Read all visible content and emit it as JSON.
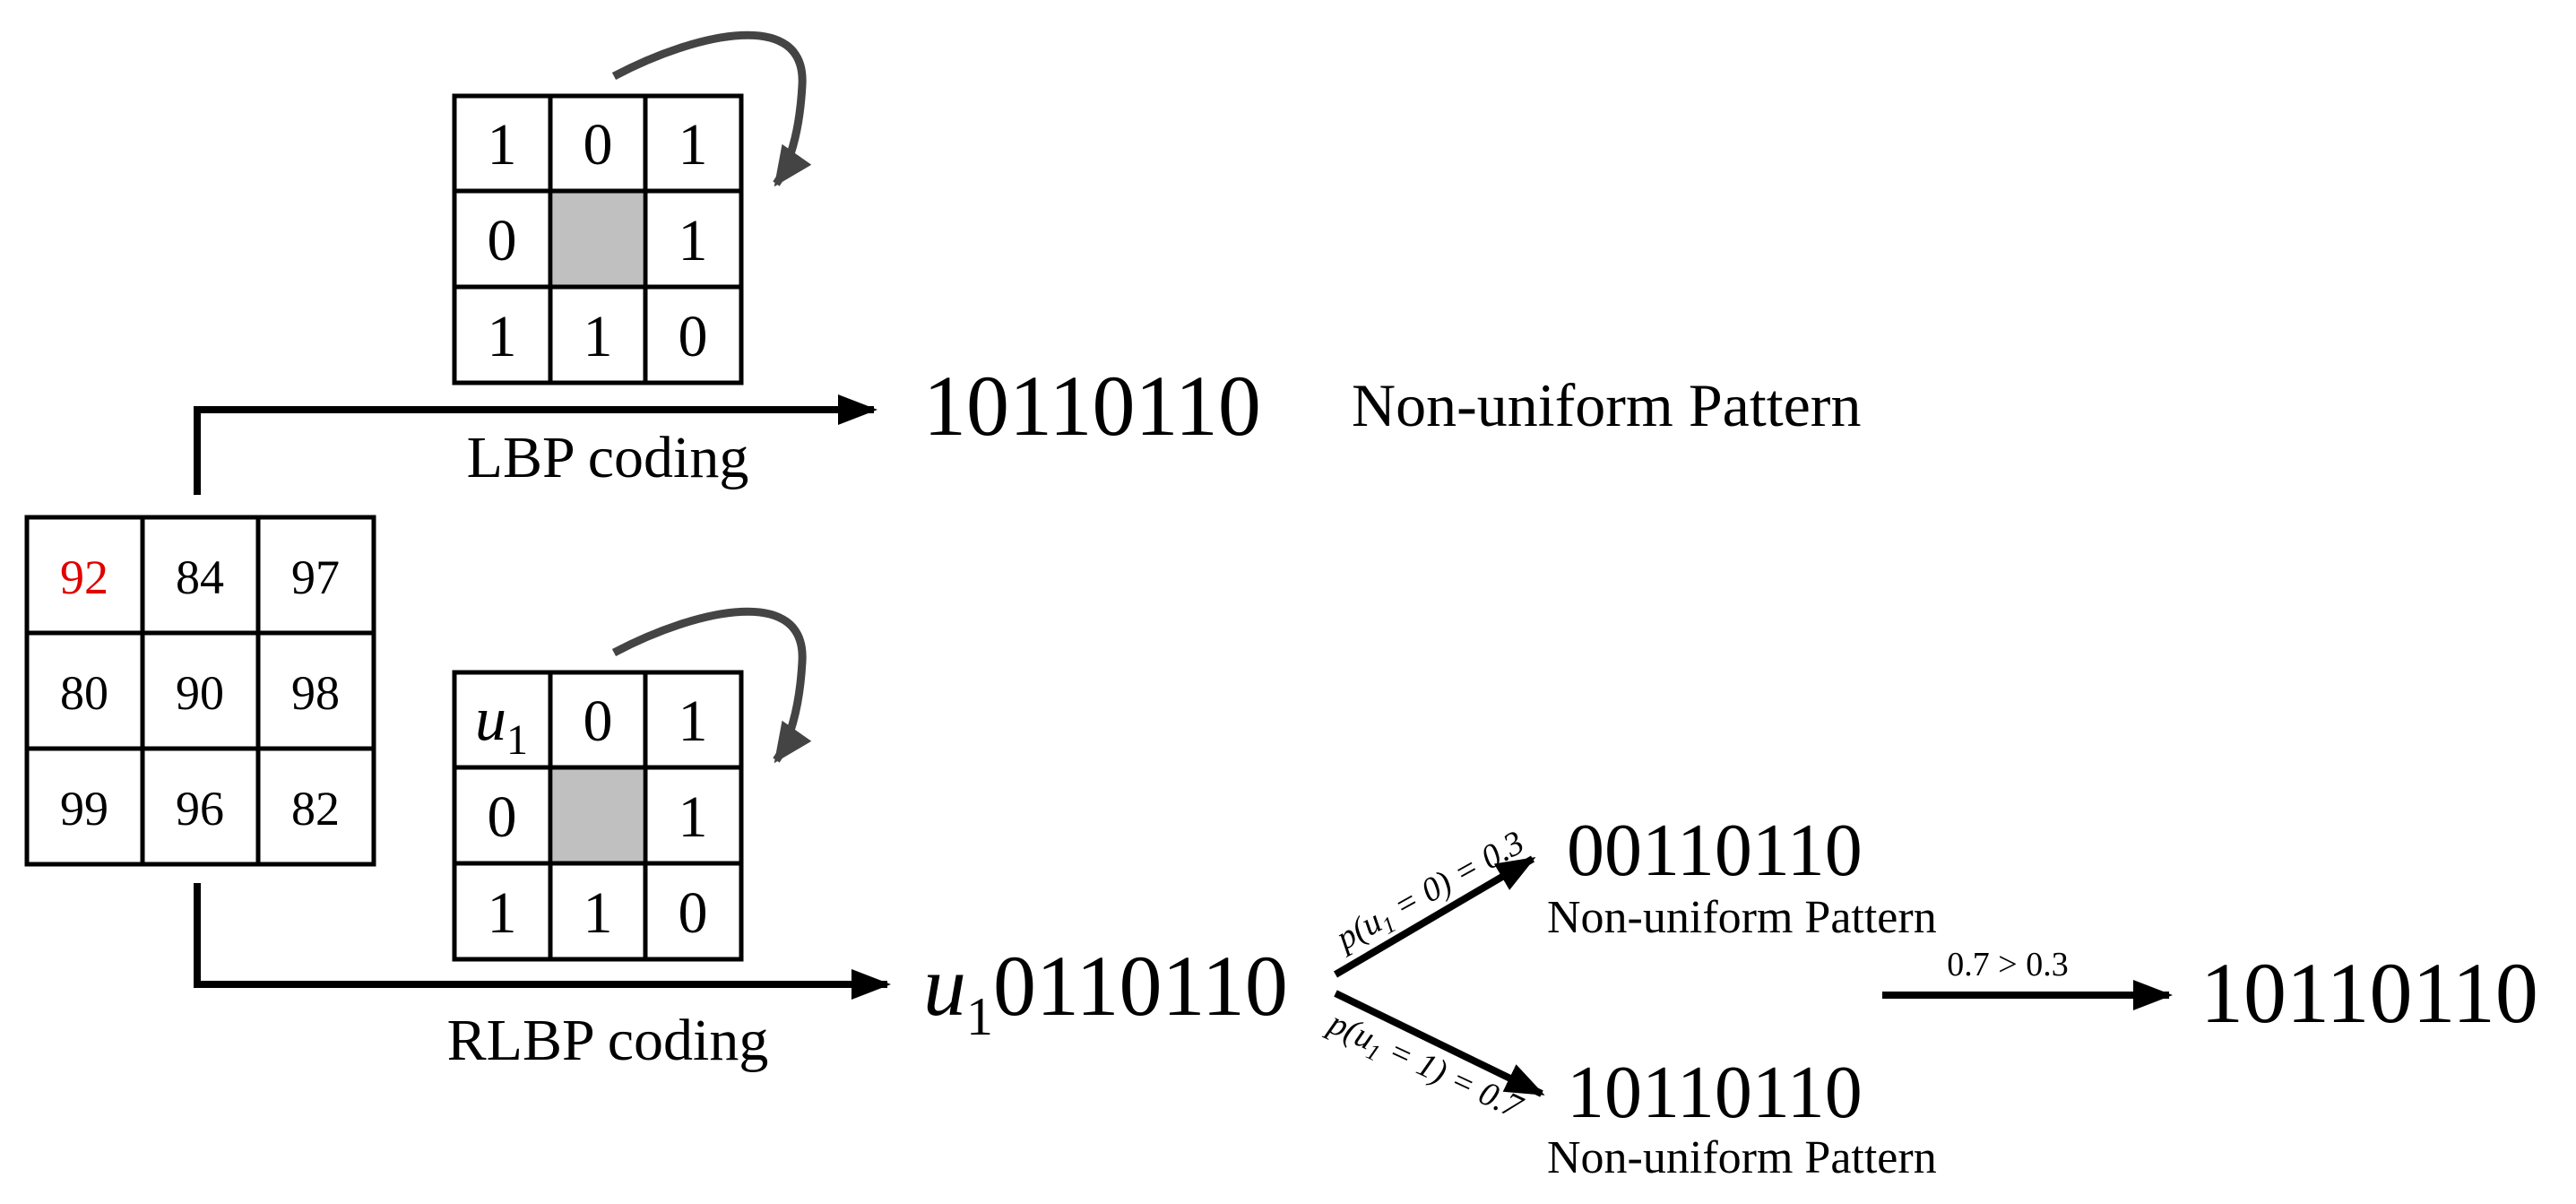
{
  "input_grid": {
    "cells": [
      [
        "92",
        "84",
        "97"
      ],
      [
        "80",
        "90",
        "98"
      ],
      [
        "99",
        "96",
        "82"
      ]
    ],
    "highlight_color": "#e00000"
  },
  "lbp": {
    "grid": [
      [
        "1",
        "0",
        "1"
      ],
      [
        "0",
        "",
        "1"
      ],
      [
        "1",
        "1",
        "0"
      ]
    ],
    "label": "LBP coding",
    "code": "10110110",
    "pattern": "Non-uniform Pattern"
  },
  "rlbp": {
    "grid": [
      [
        "u1",
        "0",
        "1"
      ],
      [
        "0",
        "",
        "1"
      ],
      [
        "1",
        "1",
        "0"
      ]
    ],
    "label": "RLBP coding",
    "code_var": "u",
    "code_sub": "1",
    "code_rest": "0110110",
    "branch_up": {
      "prob_label": "p(u1 = 0) = 0.3",
      "code": "00110110",
      "pattern": "Non-uniform Pattern"
    },
    "branch_down": {
      "prob_label": "p(u1 = 1) = 0.7",
      "code": "10110110",
      "pattern": "Non-uniform Pattern"
    },
    "decision_label": "0.7 > 0.3",
    "result": "10110110"
  },
  "colors": {
    "center_cell": "#c0c0c0",
    "curved_arrow": "#444444",
    "line": "#000000"
  }
}
